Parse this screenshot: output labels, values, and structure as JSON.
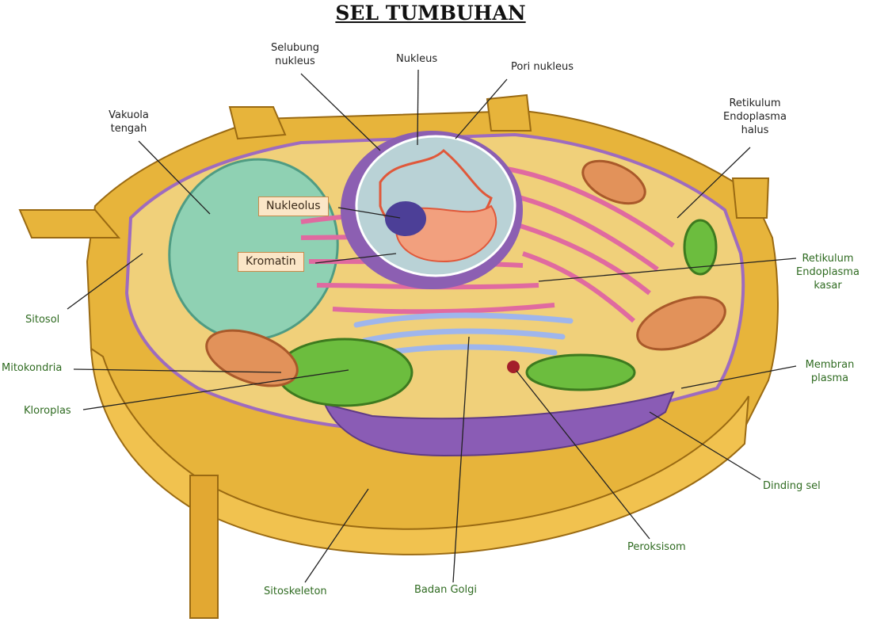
{
  "title": "SEL TUMBUHAN",
  "colors": {
    "cell_wall": "#e7b43b",
    "cytoplasm": "#f0d07a",
    "vacuole": "#8fd1b3",
    "nucleus": "#b9d2d6",
    "chromatin": "#e0583a",
    "nucleolus": "#4c3f97",
    "rough_er": "#e06aa0",
    "golgi": "#9fb6ec",
    "chloroplast": "#6cbd3e",
    "mitochondria": "#e2925a",
    "membrane": "#9e6bbf",
    "label_green": "#2f6b21"
  },
  "labels": {
    "selubung_nukleus": "Selubung\nnukleus",
    "nukleus": "Nukleus",
    "pori_nukleus": "Pori nukleus",
    "vakuola_tengah": "Vakuola\ntengah",
    "retikulum_halus": "Retikulum\nEndoplasma\nhalus",
    "nukleolus": "Nukleolus",
    "kromatin": "Kromatin",
    "retikulum_kasar": "Retikulum\nEndoplasma\nkasar",
    "sitosol": "Sitosol",
    "mitokondria": "Mitokondria",
    "membran_plasma": "Membran\nplasma",
    "kloroplas": "Kloroplas",
    "dinding_sel": "Dinding sel",
    "peroksisom": "Peroksisom",
    "sitoskeleton": "Sitoskeleton",
    "badan_golgi": "Badan Golgi"
  }
}
